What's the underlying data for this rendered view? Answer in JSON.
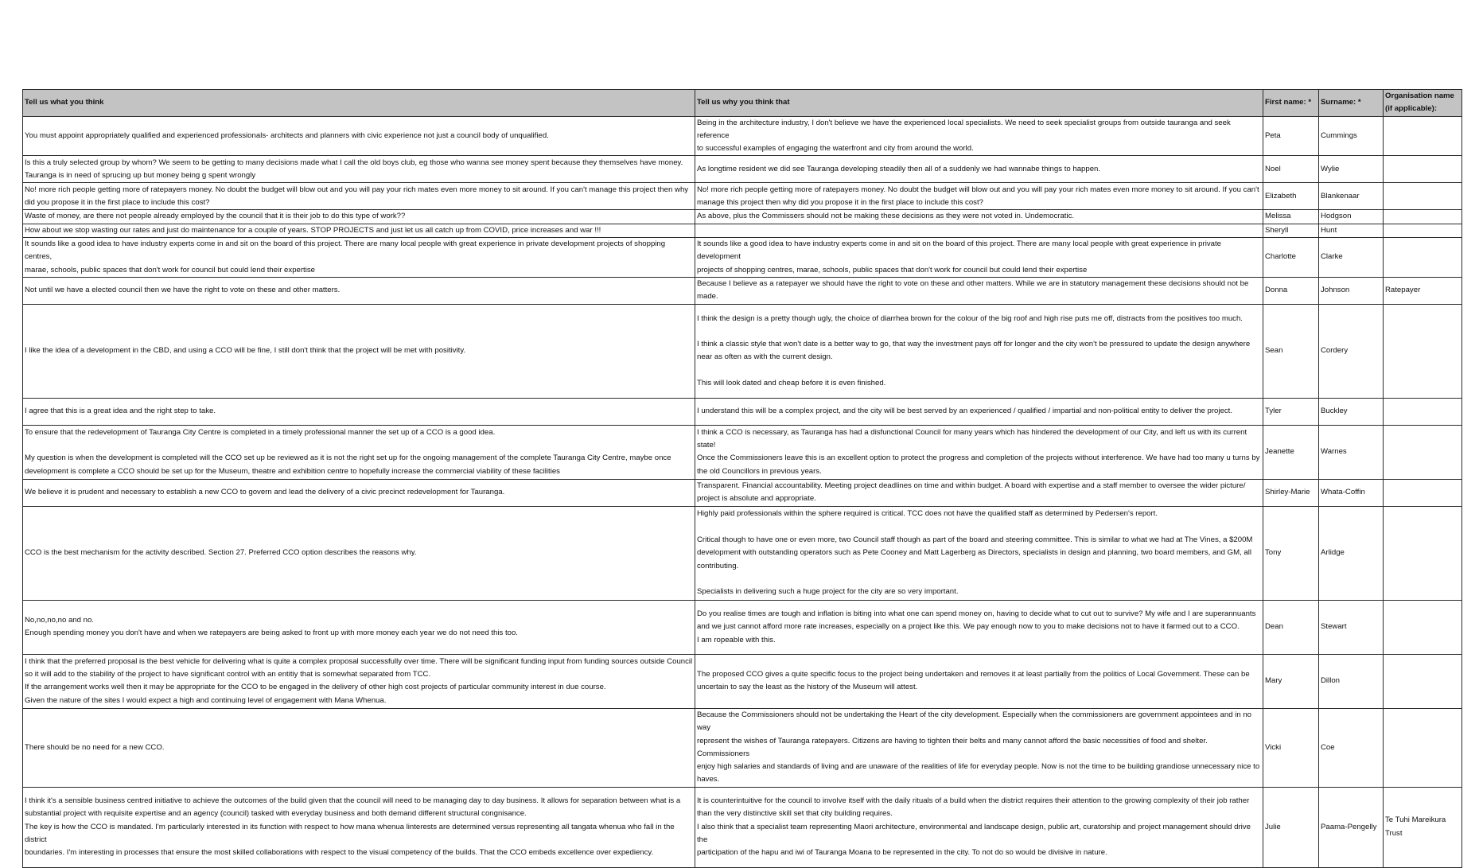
{
  "table": {
    "headers": [
      "Tell us what you think",
      "Tell us why you think that",
      "First name: *",
      "Surname: *",
      "Organisation name\n(if applicable):"
    ],
    "rows": [
      {
        "think": "You must appoint appropriately qualified and experienced professionals- architects and planners with civic experience not just a council body of unqualified.",
        "why": "Being in the architecture industry, I don't believe we have the experienced local specialists. We need to seek specialist groups from outside tauranga and seek reference\nto successful examples of engaging the waterfront and city from around the world.",
        "first": "Peta",
        "surname": "Cummings",
        "org": ""
      },
      {
        "think": "Is this  a truly selected group by whom?  We seem to be getting to many decisions made what I call the old boys club, eg those who wanna see money spent because they themselves have money.\nTauranga is in need of sprucing up but money being g spent wrongly",
        "why": "As longtime resident we did see Tauranga developing steadily then all of a suddenly we had wannabe things to happen.",
        "first": "Noel",
        "surname": "Wylie",
        "org": ""
      },
      {
        "think": "No! more rich people getting more of ratepayers money. No doubt the budget will blow out and you will pay your rich mates even more money to sit around. If you can't manage this project then why\ndid you propose it in the first place to include this cost?",
        "why": "No! more rich people getting more of ratepayers money. No doubt the budget will blow out and you will pay your rich mates even more money to sit around. If you can't\nmanage this project then why did you propose it in the first place to include this cost?",
        "first": "Elizabeth",
        "surname": "Blankenaar",
        "org": ""
      },
      {
        "think": "Waste of money, are there not people already employed by the council that it is their job to do this type of work??",
        "why": "As above, plus the Commissers should not be making these decisions as they were not voted in.  Undemocratic.",
        "first": "Melissa",
        "surname": "Hodgson",
        "org": ""
      },
      {
        "think": "How about we stop wasting our rates and just do maintenance for a couple of years. STOP PROJECTS and just let us all catch up from COVID, price increases and war !!!",
        "why": "",
        "first": "Sheryll",
        "surname": "Hunt",
        "org": ""
      },
      {
        "think": "It sounds like a good idea to have industry experts come in and sit on the board of this project. There are many local people with great experience in private development projects of shopping centres,\nmarae, schools, public spaces that don't work for council but could lend their expertise",
        "why": "It sounds like a good idea to have industry experts come in and sit on the board of this project. There are many local people with great experience in private development\nprojects of shopping centres, marae, schools, public spaces that don't work for council but could lend their expertise",
        "first": "Charlotte",
        "surname": "Clarke",
        "org": ""
      },
      {
        "think": "Not until we have a elected council then we have the right to vote on these and other matters.",
        "why": "Because I believe as a ratepayer we should have the right to vote on these and other matters. While we are in statutory management these decisions should not be\nmade.",
        "first": "Donna",
        "surname": "Johnson",
        "org": "Ratepayer"
      },
      {
        "think": "I like the idea of a development in the CBD, and using a CCO will be fine, I still don't think that the project will be met with positivity.",
        "why": "I think the design is a pretty though ugly, the choice of diarrhea brown for the colour of the big roof and high rise puts me off, distracts from the positives too much.\n\nI think a classic style that won't date is a better way to go, that way the investment pays off for longer and the city won't be pressured to update the design anywhere\nnear as often as with the current design.\n\n This will look dated and cheap before it is even finished.",
        "first": "Sean",
        "surname": "Cordery",
        "org": ""
      },
      {
        "think": "I agree that this is a great idea and the right step to take.",
        "why": "I understand this will be a complex project, and the city will be best served by an experienced / qualified / impartial and non-political entity to deliver the project.",
        "first": "Tyler",
        "surname": "Buckley",
        "org": ""
      },
      {
        "think": "To ensure that the redevelopment of Tauranga City Centre is completed in a timely professional manner the set up of a CCO is a good idea.\n\nMy question is when the development is completed will the CCO set up be reviewed as it is not the right set up for the ongoing management of the complete Tauranga City Centre, maybe  once\ndevelopment is complete a CCO should be set up for the Museum, theatre and exhibition centre to hopefully increase the commercial viability of these facilities",
        "why": "I think a CCO is necessary, as Tauranga has had a disfunctional Council for many years which has hindered the development of our City, and left us with its current state!\nOnce the Commissioners leave this is an excellent option to protect the progress and completion of the projects without interference.  We have had too many u turns by\nthe old Councillors in previous years.",
        "first": "Jeanette",
        "surname": "Warnes",
        "org": ""
      },
      {
        "think": "We believe it is prudent and necessary to establish a new CCO to govern and lead the delivery of a civic precinct redevelopment for Tauranga.",
        "why": "Transparent. Financial accountability. Meeting project deadlines on time and within budget. A board with expertise and a staff member to oversee the wider picture/\nproject is absolute and appropriate.",
        "first": "Shirley-Marie",
        "surname": "Whata-Coffin",
        "org": ""
      },
      {
        "think": "CCO is the best mechanism for the activity described. Section 27. Preferred CCO option describes the reasons why.",
        "why": "Highly paid professionals within the sphere required is critical. TCC does not have the qualified staff as determined by Pedersen's report.\n\nCritical though to have one or even more, two Council staff though as part of the board and steering committee. This is similar to what we had at The Vines, a $200M\ndevelopment with outstanding operators such as Pete Cooney and Matt Lagerberg as Directors, specialists in design and planning, two board members, and GM, all\ncontributing.\n\nSpecialists in delivering such a huge project for the city are so very important.",
        "first": "Tony",
        "surname": "Arlidge",
        "org": ""
      },
      {
        "think": "No,no,no,no and no.\nEnough spending money you don't have and when we ratepayers are being asked to front up with more money each year we do not need this too.",
        "why": "Do you realise times are tough and inflation is biting into what one can spend money on, having to decide what to cut out to survive? My wife and I are superannuants\nand we just cannot afford more rate increases, especially on a project like this. We pay enough now to you to make decisions not to have it farmed out to a CCO.\nI am ropeable with this.",
        "first": "Dean",
        "surname": "Stewart",
        "org": ""
      },
      {
        "think": "I think that the preferred proposal is the best vehicle for delivering what is quite a complex proposal successfully over time. There will be significant funding input from funding sources outside Council\nso it will add to the stability of the project to have significant control with an entitiy that is somewhat separated from TCC.\nIf the arrangement works well then it may be appropriate for the CCO to be engaged in the delivery of other high cost projects of particular community interest in due course.\nGiven the nature of the sites I would expect a high and continuing level of engagement with Mana Whenua.",
        "why": "The proposed CCO gives a quite specific focus to the project being undertaken and removes it at least partially from the politics of Local Government. These can be\nuncertain to say the least as the history of the Museum will attest.",
        "first": "Mary",
        "surname": "Dillon",
        "org": ""
      },
      {
        "think": "There should be no need for a new CCO.",
        "why": "Because the Commissioners should not be undertaking the Heart of the city development.  Especially when the commissioners are government appointees and in no way\nrepresent the wishes of Tauranga ratepayers.  Citizens are having to tighten their belts and many cannot afford the basic necessities of food and shelter.  Commissioners\nenjoy high salaries and standards of living and are unaware of the realities of life for everyday people.  Now is not the time to be building grandiose unnecessary nice to\nhaves.",
        "first": "Vicki",
        "surname": "Coe",
        "org": ""
      },
      {
        "think": "I think it's a sensible business centred initiative to achieve the outcomes of the build given that the council will need to be managing day to day business. It allows for separation between what is a\nsubstantial project with requisite expertise and an agency (council) tasked with everyday business and both demand different structural congnisance.\nThe key is how the CCO is mandated. I'm particularly interested in its function with respect to how mana whenua linterests are determined versus representing all tangata whenua who fall in the district\nboundaries. I'm interesting in processes that ensure the most skilled collaborations with respect to the visual competency of the builds. That the CCO embeds excellence over expediency.",
        "why": "It is counterintuitive for the council to involve itself with the daily rituals of a build when the district requires their attention to the growing complexity of their job rather\nthan the very distinctive skill set that city building requires.\nI also think that a specialist team representing Maori architecture, environmental and landscape design, public art, curatorship and project management should drive the\nparticipation of the hapu and iwi of Tauranga Moana to be represented in the city. To not do so would be divisive in nature.",
        "first": "Julie",
        "surname": "Paama-Pengelly",
        "org": "Te Tuhi Mareikura\nTrust"
      }
    ]
  }
}
